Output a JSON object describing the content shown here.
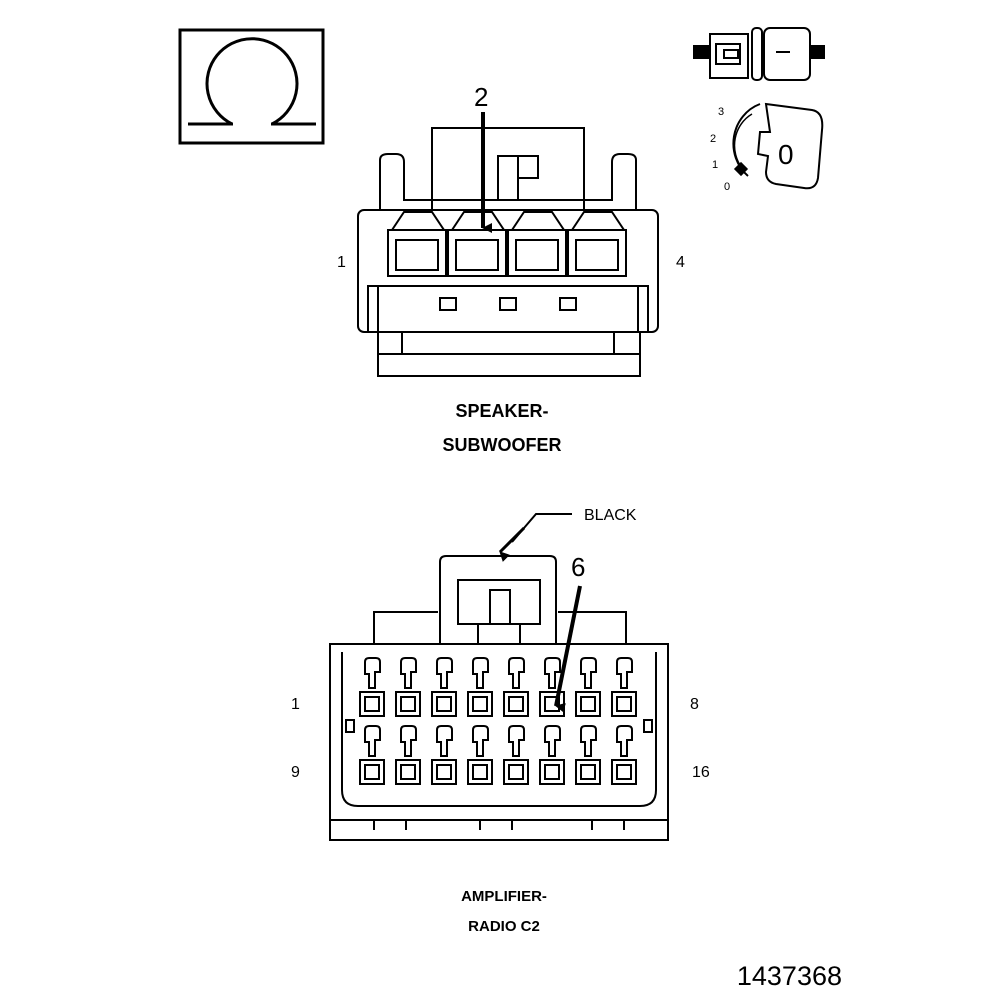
{
  "symbols": {
    "ohm_meter": "Ω",
    "connector_icon": "connector-icon",
    "ignition_switch": {
      "positions": [
        "3",
        "2",
        "1",
        "0"
      ],
      "key_position": "0"
    }
  },
  "speaker_connector": {
    "title_line1": "SPEAKER-",
    "title_line2": "SUBWOOFER",
    "pin_left": "1",
    "pin_right": "4",
    "probe_pin": "2"
  },
  "amplifier_connector": {
    "title_line1": "AMPLIFIER-",
    "title_line2": "RADIO C2",
    "color_label": "BLACK",
    "probe_pin": "6",
    "row1_left": "1",
    "row1_right": "8",
    "row2_left": "9",
    "row2_right": "16"
  },
  "figure_id": "1437368"
}
